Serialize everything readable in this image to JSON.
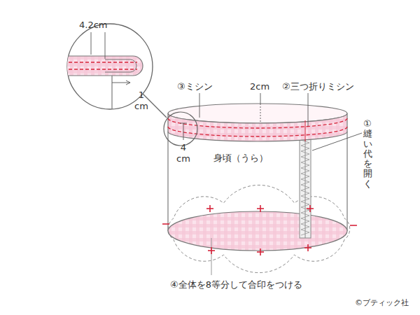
{
  "diagram": {
    "labels": [
      "4.2cm",
      "1 cm",
      "③ミシン",
      "2cm",
      "②三つ折りミシン",
      "①縫い代を開く",
      "身頃（うら）",
      "4 cm",
      "④全体を8等分して合印をつける",
      "©ブティック社"
    ]
  }
}
